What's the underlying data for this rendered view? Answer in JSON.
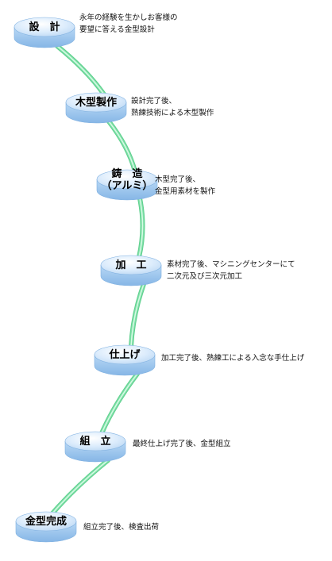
{
  "stages": [
    {
      "title": [
        "設　計"
      ],
      "description": [
        "永年の経験を生かしお客様の",
        "要望に答える金型設計"
      ]
    },
    {
      "title": [
        "木型製作"
      ],
      "description": [
        "設計完了後、",
        "熟練技術による木型製作"
      ]
    },
    {
      "title": [
        "鋳　造",
        "（アルミ）"
      ],
      "description": [
        "木型完了後、",
        "金型用素材を製作"
      ]
    },
    {
      "title": [
        "加　工"
      ],
      "description": [
        "素材完了後、マシニングセンターにて",
        "二次元及び三次元加工"
      ]
    },
    {
      "title": [
        "仕上げ"
      ],
      "description": [
        "加工完了後、熟練工による入念な手仕上げ"
      ]
    },
    {
      "title": [
        "組　立"
      ],
      "description": [
        "最終仕上げ完了後、金型組立"
      ]
    },
    {
      "title": [
        "金型完成"
      ],
      "description": [
        "組立完了後、検査出荷"
      ]
    }
  ],
  "colors": {
    "disc_top": "#d7e9fb",
    "disc_side": "#9fc7ef",
    "disc_edge": "#7fb0e0",
    "connector": "#7fe0a8",
    "connector_highlight": "#d6fbe4"
  }
}
